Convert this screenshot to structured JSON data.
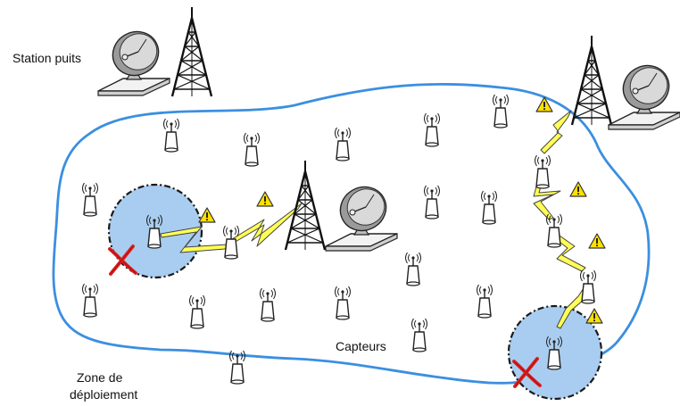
{
  "labels": {
    "sink_station": "Station puits",
    "sensors": "Capteurs",
    "deployment_zone_line1": "Zone de",
    "deployment_zone_line2": "déploiement"
  },
  "icons": {
    "sensor": "sensor-node-icon",
    "dish": "satellite-dish-icon",
    "tower": "antenna-tower-icon",
    "warning": "warning-triangle-icon",
    "failed": "red-x-failure-icon",
    "link": "lightning-link-icon"
  },
  "colors": {
    "zone_border": "#3b8fe0",
    "coverage_fill": "#a9cdf0",
    "link_fill": "#ffff55",
    "warning_fill": "#ffe000",
    "failure_x": "#e02020"
  }
}
